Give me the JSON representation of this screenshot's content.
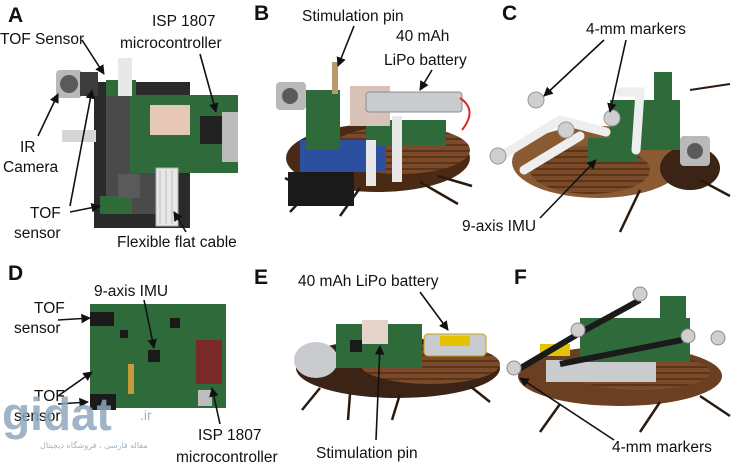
{
  "panels": {
    "a": {
      "label": "A",
      "callouts": {
        "tof_top": "TOF Sensor",
        "isp_1": "ISP 1807",
        "isp_2": "microcontroller",
        "ir_1": "IR",
        "ir_2": "Camera",
        "tof_bot_1": "TOF",
        "tof_bot_2": "sensor",
        "ffc": "Flexible flat cable"
      }
    },
    "b": {
      "label": "B",
      "callouts": {
        "stim": "Stimulation pin",
        "bat_1": "40 mAh",
        "bat_2": "LiPo battery"
      }
    },
    "c": {
      "label": "C",
      "callouts": {
        "markers": "4-mm markers",
        "imu": "9-axis IMU"
      }
    },
    "d": {
      "label": "D",
      "callouts": {
        "tof_top_1": "TOF",
        "tof_top_2": "sensor",
        "imu": "9-axis IMU",
        "tof_bot_1": "TOF",
        "tof_bot_2": "sensor",
        "isp_1": "ISP 1807",
        "isp_2": "microcontroller"
      }
    },
    "e": {
      "label": "E",
      "callouts": {
        "battery": "40 mAh LiPo battery",
        "stim": "Stimulation pin"
      }
    },
    "f": {
      "label": "F",
      "callouts": {
        "markers": "4-mm markers"
      }
    }
  },
  "watermark": {
    "brand": "gidat",
    "tld": ".ir",
    "tagline": "مقاله فارسی ، فروشگاه دیجیتال"
  },
  "colors": {
    "pcb_green": "#2f6b3a",
    "cockroach_brown": "#7a4a2a",
    "battery_silver": "#c9cbcf",
    "cable_white": "#e8e8e8"
  }
}
